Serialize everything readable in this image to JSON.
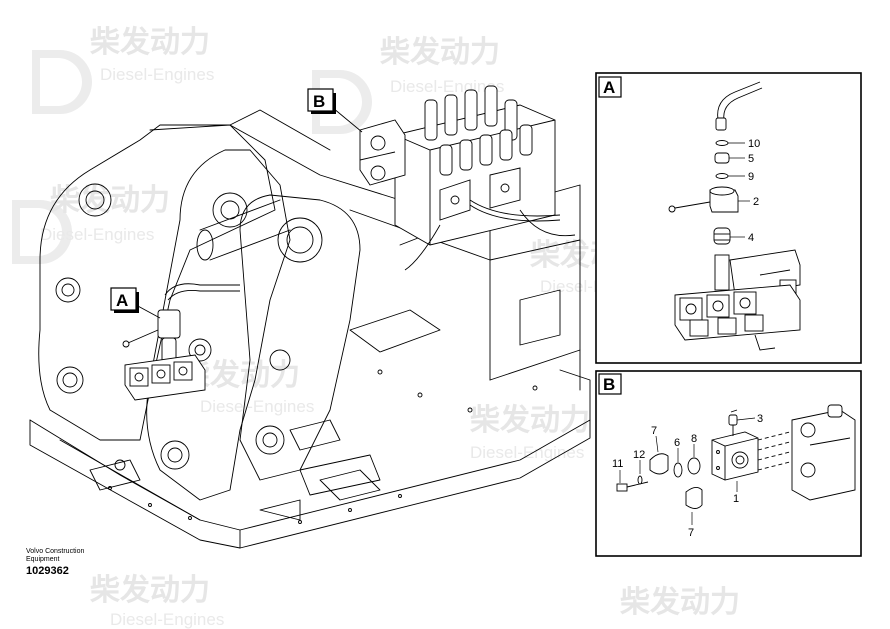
{
  "watermark": {
    "brand_cn": "柴发动力",
    "brand_en": "Diesel-Engines"
  },
  "callouts": {
    "a": "A",
    "b": "B"
  },
  "detail_a": {
    "title": "A",
    "parts": [
      "10",
      "5",
      "9",
      "2",
      "4"
    ]
  },
  "detail_b": {
    "title": "B",
    "parts": [
      "3",
      "7",
      "12",
      "6",
      "8",
      "11",
      "1",
      "7"
    ]
  },
  "footer": {
    "line1": "Volvo Construction",
    "line2": "Equipment",
    "drawing_number": "1029362"
  }
}
